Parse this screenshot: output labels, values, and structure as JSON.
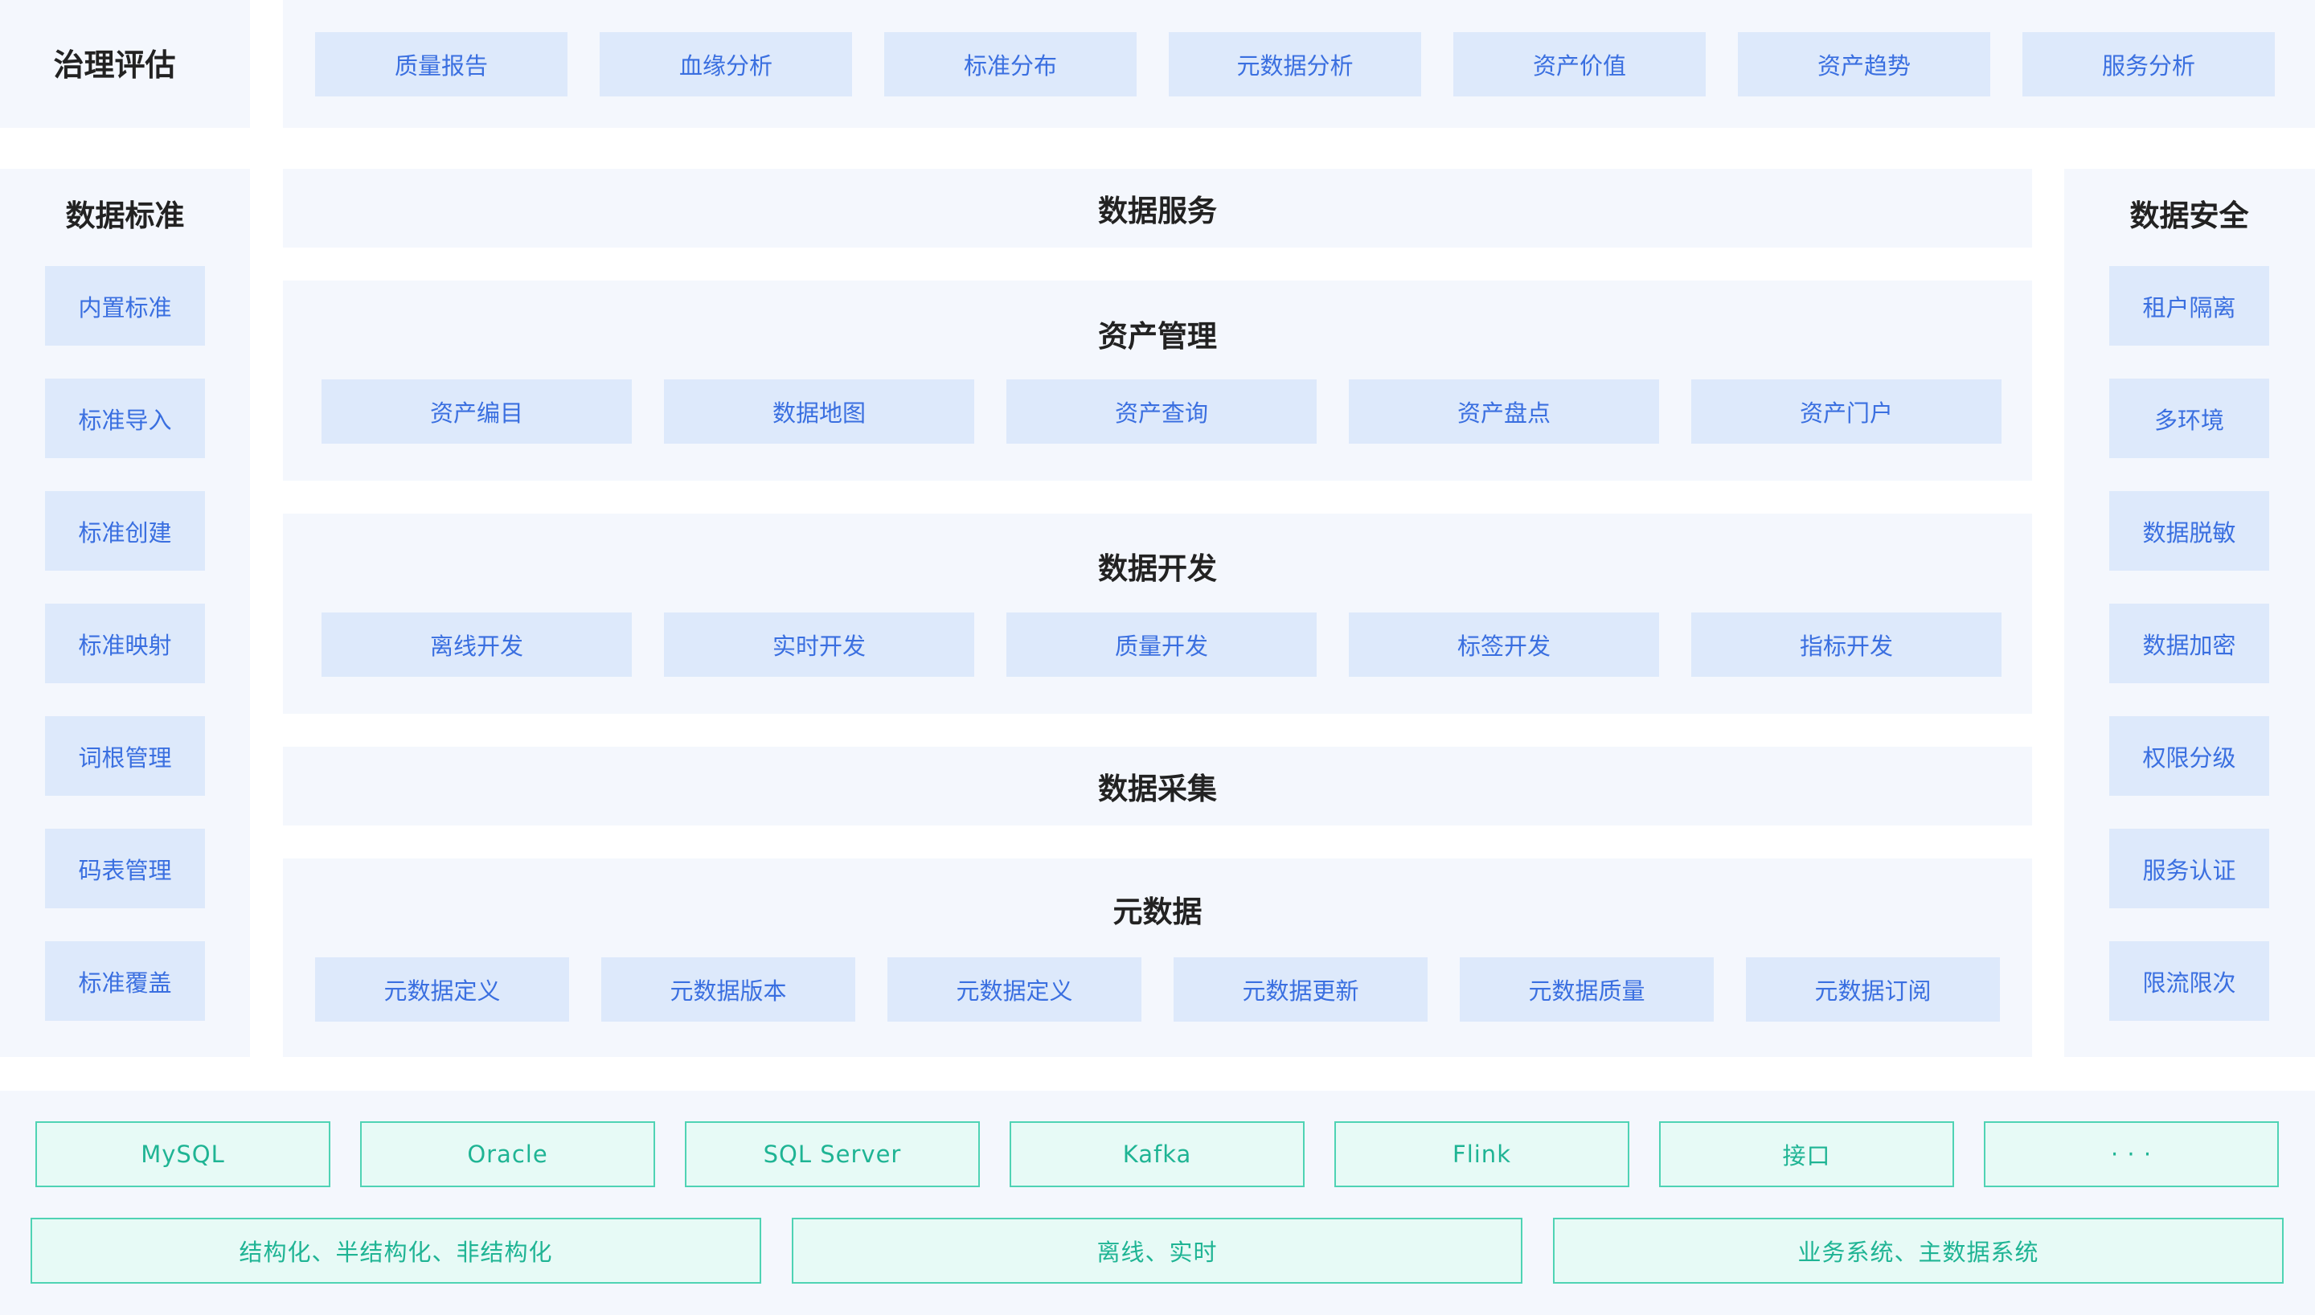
{
  "governance": {
    "title": "治理评估",
    "items": [
      "质量报告",
      "血缘分析",
      "标准分布",
      "元数据分析",
      "资产价值",
      "资产趋势",
      "服务分析"
    ]
  },
  "data_standard": {
    "title": "数据标准",
    "items": [
      "内置标准",
      "标准导入",
      "标准创建",
      "标准映射",
      "词根管理",
      "码表管理",
      "标准覆盖"
    ]
  },
  "data_security": {
    "title": "数据安全",
    "items": [
      "租户隔离",
      "多环境",
      "数据脱敏",
      "数据加密",
      "权限分级",
      "服务认证",
      "限流限次"
    ]
  },
  "data_service": {
    "title": "数据服务"
  },
  "asset_mgmt": {
    "title": "资产管理",
    "items": [
      "资产编目",
      "数据地图",
      "资产查询",
      "资产盘点",
      "资产门户"
    ]
  },
  "data_dev": {
    "title": "数据开发",
    "items": [
      "离线开发",
      "实时开发",
      "质量开发",
      "标签开发",
      "指标开发"
    ]
  },
  "data_collect": {
    "title": "数据采集"
  },
  "metadata": {
    "title": "元数据",
    "items": [
      "元数据定义",
      "元数据版本",
      "元数据定义",
      "元数据更新",
      "元数据质量",
      "元数据订阅"
    ]
  },
  "sources": {
    "row1": [
      "MySQL",
      "Oracle",
      "SQL Server",
      "Kafka",
      "Flink",
      "接口",
      "· · ·"
    ],
    "row2": [
      "结构化、半结构化、非结构化",
      "离线、实时",
      "业务系统、主数据系统"
    ]
  },
  "colors": {
    "panel_bg": "#f4f7fd",
    "box_bg": "#dde9fb",
    "box_text": "#3a6fe0",
    "source_border": "#4fd3b4",
    "source_bg": "#e7faf6",
    "source_text": "#1fb494"
  }
}
